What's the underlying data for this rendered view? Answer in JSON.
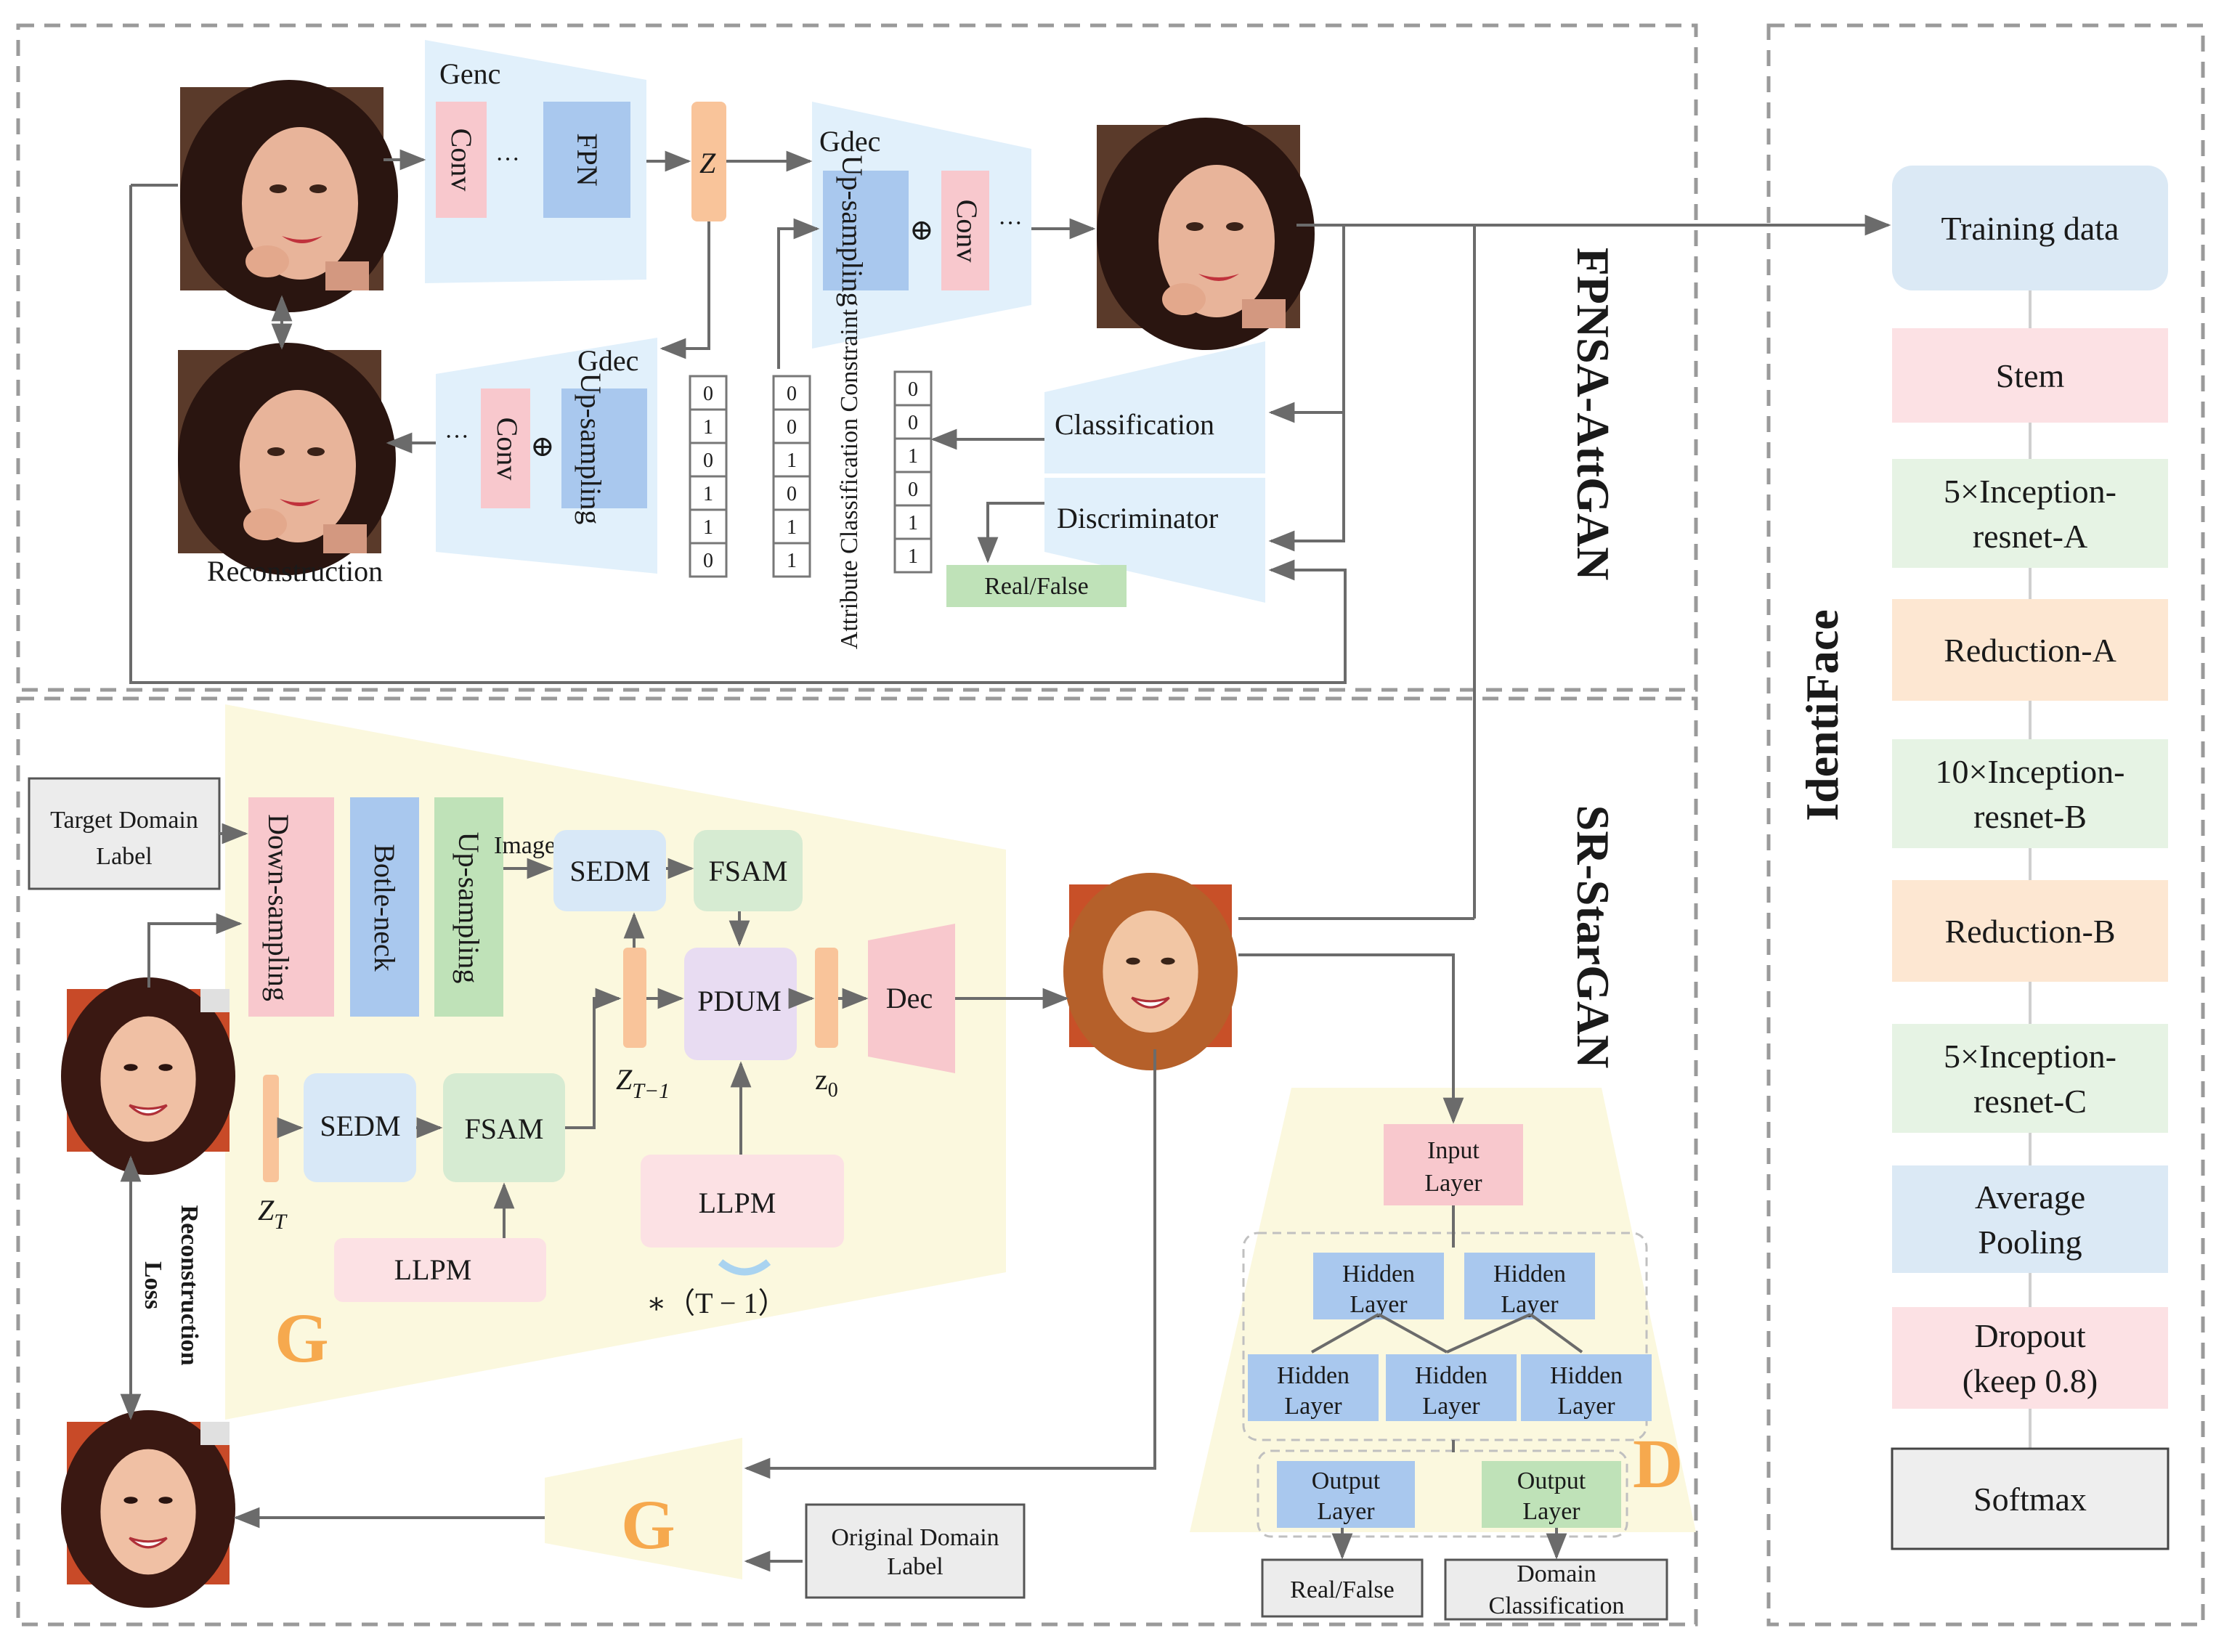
{
  "fpnsa": {
    "title": "FPNSA-AttGAN",
    "genc": "Genc",
    "conv": "Conv",
    "ellipsis": "···",
    "fpn": "FPN",
    "z": "Z",
    "gdec": "Gdec",
    "upsampling": "Up-sampling",
    "oplus": "⊕",
    "classification": "Classification",
    "discriminator": "Discriminator",
    "real_false": "Real/False",
    "attr_constraint": "Attribute Classification Constraint",
    "reconstruction": "Reconstruction",
    "vec1": [
      "0",
      "1",
      "0",
      "1",
      "1",
      "0"
    ],
    "vec2": [
      "0",
      "0",
      "1",
      "0",
      "1",
      "1"
    ],
    "vec3": [
      "0",
      "0",
      "1",
      "0",
      "1",
      "1"
    ]
  },
  "srstargan": {
    "title": "SR-StarGAN",
    "target_domain_label": [
      "Target Domain",
      "Label"
    ],
    "downsampling": "Down-sampling",
    "bottleneck": "Botle-neck",
    "upsampling": "Up-sampling",
    "image": "Image",
    "sedm": "SEDM",
    "fsam": "FSAM",
    "pdum": "PDUM",
    "dec": "Dec",
    "llpm": "LLPM",
    "z_t_minus_1": "Z",
    "z_t_minus_1_sub": "T−1",
    "z0": "z",
    "z0_sub": "0",
    "z_t": "Z",
    "z_t_sub": "T",
    "repeat": "∗（T − 1）",
    "g_letter": "G",
    "d_letter": "D",
    "reconstruction_loss": [
      "Reconstruction",
      "Loss"
    ],
    "original_domain_label": [
      "Original Domain",
      "Label"
    ],
    "input_layer": [
      "Input",
      "Layer"
    ],
    "hidden_layer": [
      "Hidden",
      "Layer"
    ],
    "output_layer": [
      "Output",
      "Layer"
    ],
    "out_real_false": "Real/False",
    "domain_classification": [
      "Domain",
      "Classification"
    ]
  },
  "identiface": {
    "title": "IdentiFace",
    "blocks": [
      {
        "lines": [
          "Training data"
        ],
        "color": "#dbe9f5"
      },
      {
        "lines": [
          "Stem"
        ],
        "color": "#fce1e4"
      },
      {
        "lines": [
          "5×Inception-",
          "resnet-A"
        ],
        "color": "#e6f3e4"
      },
      {
        "lines": [
          "Reduction-A"
        ],
        "color": "#fde7d2"
      },
      {
        "lines": [
          "10×Inception-",
          "resnet-B"
        ],
        "color": "#e6f3e4"
      },
      {
        "lines": [
          "Reduction-B"
        ],
        "color": "#fde7d2"
      },
      {
        "lines": [
          "5×Inception-",
          "resnet-C"
        ],
        "color": "#e6f3e4"
      },
      {
        "lines": [
          "Average",
          "Pooling"
        ],
        "color": "#dbe9f5"
      },
      {
        "lines": [
          "Dropout",
          "(keep 0.8)"
        ],
        "color": "#fce1e4"
      },
      {
        "lines": [
          "Softmax"
        ],
        "color": "#eeeeee"
      }
    ]
  },
  "colors": {
    "pink": "#f8c8cd",
    "blue": "#a9c8ee",
    "green": "#bfe2b8",
    "orange": "#f9c49a",
    "lightblue": "#e1f0fb",
    "lightyellow": "#fbf8de",
    "purple": "#e8dcf2",
    "gray": "#ececec"
  }
}
